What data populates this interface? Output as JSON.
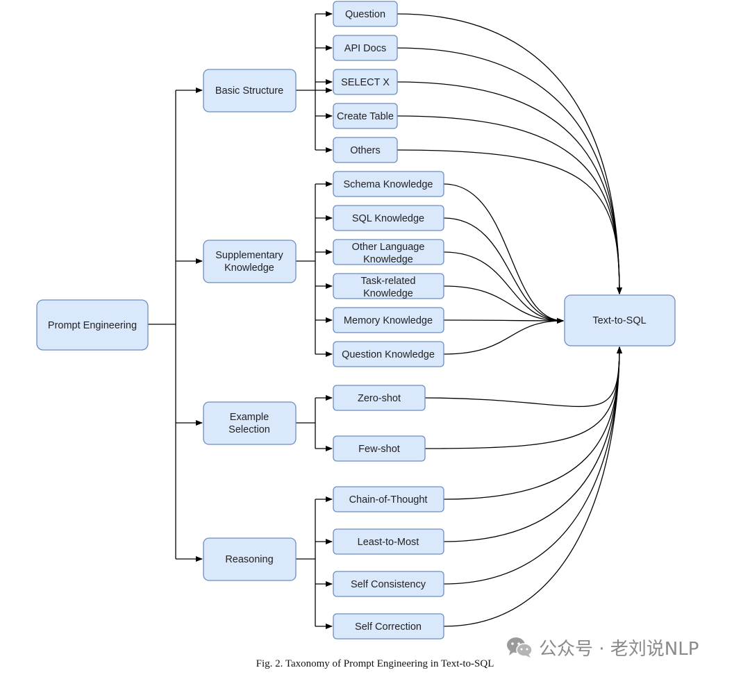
{
  "nodes": {
    "root": "Prompt Engineering",
    "target": "Text-to-SQL",
    "basic_structure": "Basic Structure",
    "supplementary_knowledge": "Supplementary Knowledge",
    "example_selection": "Example Selection",
    "reasoning": "Reasoning",
    "question": "Question",
    "api_docs": "API Docs",
    "select_x": "SELECT X",
    "create_table": "Create Table",
    "others": "Others",
    "schema_knowledge": "Schema Knowledge",
    "sql_knowledge": "SQL Knowledge",
    "other_language_knowledge": "Other Language Knowledge",
    "task_related_knowledge": "Task-related Knowledge",
    "memory_knowledge": "Memory Knowledge",
    "question_knowledge": "Question Knowledge",
    "zero_shot": "Zero-shot",
    "few_shot": "Few-shot",
    "chain_of_thought": "Chain-of-Thought",
    "least_to_most": "Least-to-Most",
    "self_consistency": "Self Consistency",
    "self_correction": "Self Correction"
  },
  "caption": "Fig. 2.  Taxonomy of Prompt Engineering in Text-to-SQL",
  "watermark": {
    "text": "公众号 · 老刘说NLP",
    "icon": "wechat-icon"
  },
  "colors": {
    "node_fill": "#dae8fc",
    "node_stroke": "#6c8ebf",
    "edge": "#000000"
  }
}
